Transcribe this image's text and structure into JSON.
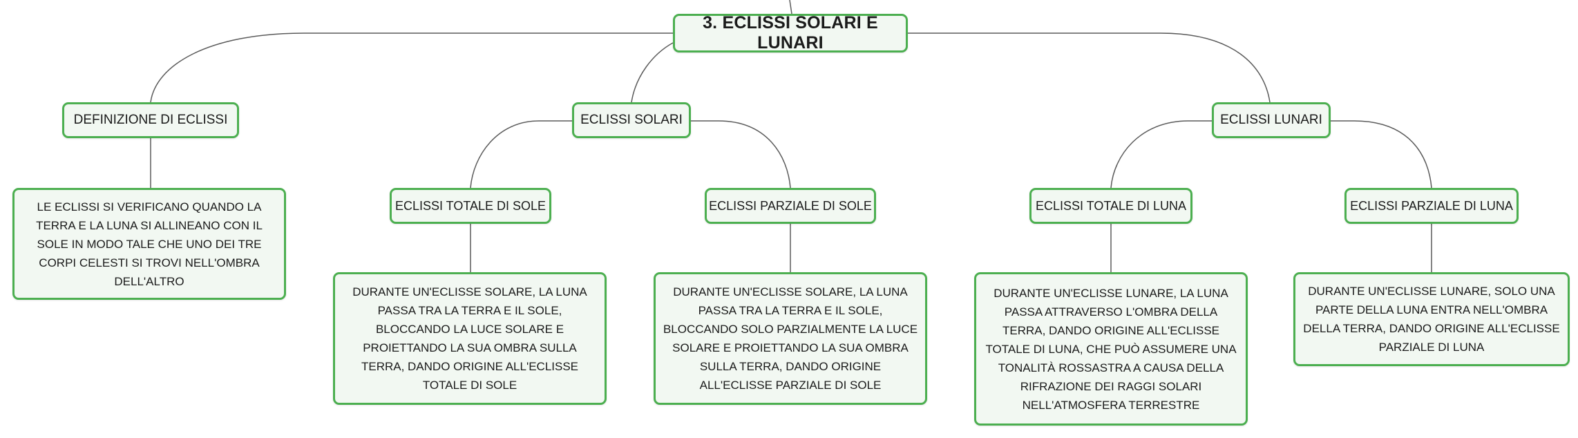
{
  "root": {
    "title": "3. ECLISSI SOLARI E LUNARI"
  },
  "definition": {
    "title": "DEFINIZIONE DI ECLISSI",
    "text": "LE ECLISSI SI VERIFICANO QUANDO LA TERRA E LA LUNA SI ALLINEANO CON IL SOLE IN MODO TALE CHE UNO DEI TRE CORPI CELESTI SI TROVI NELL'OMBRA DELL'ALTRO"
  },
  "solar": {
    "title": "ECLISSI SOLARI",
    "total": {
      "title": "ECLISSI TOTALE DI SOLE",
      "text": "DURANTE UN'ECLISSE SOLARE, LA LUNA PASSA TRA LA TERRA E IL SOLE, BLOCCANDO LA LUCE SOLARE E PROIETTANDO LA SUA OMBRA SULLA TERRA, DANDO ORIGINE ALL'ECLISSE TOTALE DI SOLE"
    },
    "partial": {
      "title": "ECLISSI PARZIALE DI SOLE",
      "text": "DURANTE UN'ECLISSE SOLARE, LA LUNA PASSA TRA LA TERRA E IL SOLE, BLOCCANDO SOLO PARZIALMENTE LA LUCE SOLARE E PROIETTANDO LA SUA OMBRA SULLA TERRA, DANDO ORIGINE ALL'ECLISSE PARZIALE DI SOLE"
    }
  },
  "lunar": {
    "title": "ECLISSI LUNARI",
    "total": {
      "title": "ECLISSI TOTALE DI LUNA",
      "text": "DURANTE UN'ECLISSE LUNARE, LA LUNA PASSA ATTRAVERSO L'OMBRA DELLA TERRA, DANDO ORIGINE ALL'ECLISSE TOTALE DI LUNA, CHE PUÒ ASSUMERE UNA TONALITÀ ROSSASTRA A CAUSA DELLA RIFRAZIONE DEI RAGGI SOLARI NELL'ATMOSFERA TERRESTRE"
    },
    "partial": {
      "title": "ECLISSI PARZIALE DI LUNA",
      "text": "DURANTE UN'ECLISSE LUNARE, SOLO UNA PARTE DELLA LUNA ENTRA NELL'OMBRA DELLA TERRA, DANDO ORIGINE ALL'ECLISSE PARZIALE DI LUNA"
    }
  }
}
